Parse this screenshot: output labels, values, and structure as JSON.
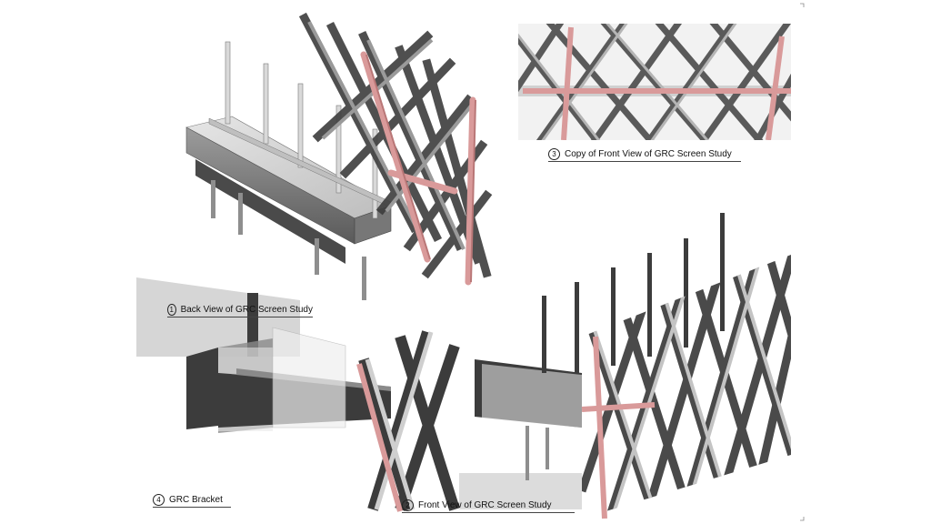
{
  "views": [
    {
      "number": "1",
      "title": "Back View of GRC Screen Study"
    },
    {
      "number": "2",
      "title": "Front View of GRC Screen Study"
    },
    {
      "number": "3",
      "title": "Copy of Front View of GRC Screen Study"
    },
    {
      "number": "4",
      "title": "GRC Bracket"
    }
  ],
  "colors": {
    "steel_pipe": "#d99a9a",
    "grc_light": "#cfcfcf",
    "grc_mid": "#8a8a8a",
    "grc_dark": "#3c3c3c",
    "shadow": "#d6d6d6"
  }
}
